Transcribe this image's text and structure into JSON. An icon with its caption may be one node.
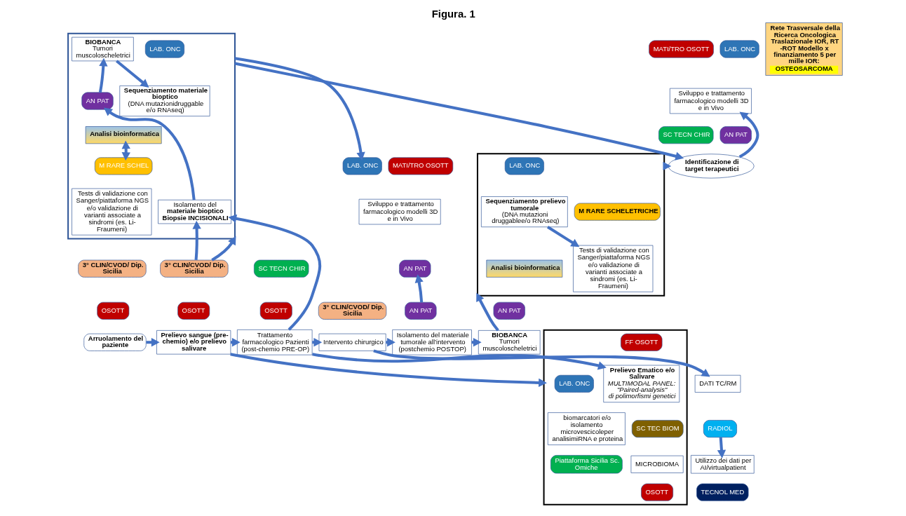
{
  "diagram": {
    "title": "Figura. 1",
    "nodes": [
      {
        "text": [],
        "shape": "box"
      },
      {
        "text": [
          "LAB. ONC"
        ],
        "in": 0
      },
      {
        "text": [
          "Sequenziamento materiale bioptico",
          "(DNA mutazionidruggable e/o RNAseq)"
        ],
        "in": 0
      },
      {
        "text": [
          "BIOBANCA",
          "Tumori muscoloscheletrici"
        ],
        "in": 0
      },
      {
        "text": [
          "Analisi bioinformatica"
        ],
        "in": 0
      },
      {
        "text": [
          "AN PAT"
        ],
        "in": 0
      },
      {
        "text": [
          "M RARE SCHEL"
        ],
        "in": 0
      },
      {
        "text": [
          "Tests di validazione con Sanger/piattaforma NGS e/o validazione di varianti associate a sindromi (es. Li-Fraumeni)"
        ],
        "in": 0
      },
      {
        "text": [
          "Isolamento del",
          "materiale bioptico Biopsie INCISIONALI"
        ],
        "in": 0
      },
      {
        "text": [
          "LAB. ONC"
        ]
      },
      {
        "text": [
          "MATI/TRO OSOTT"
        ]
      },
      {
        "text": [
          "Sviluppo e trattamento farmacologico modelli 3D e in Vivo"
        ]
      },
      {
        "text": [
          "SC TECN CHIR"
        ]
      },
      {
        "text": [
          "AN PAT"
        ]
      },
      {
        "text": [
          "LAB. ONC"
        ]
      },
      {
        "text": [
          "MATI/TRO OSOTT"
        ]
      },
      {
        "text": [
          "Sviluppo e trattamento farmacologico modelli 3D e in Vivo"
        ]
      },
      {
        "text": [
          "SC TECN CHIR"
        ]
      },
      {
        "text": [
          "AN PAT"
        ]
      },
      {
        "text": [
          "Identificazione di target terapeutici"
        ]
      },
      {
        "text": [
          "3° CLIN/CVOD/ Dip. Sicilia"
        ]
      },
      {
        "text": [
          "OSOTT"
        ]
      },
      {
        "text": [
          "Arruolamento del paziente"
        ]
      },
      {
        "text": [
          "3° CLIN/CVOD/ Dip. Sicilia"
        ]
      },
      {
        "text": [
          "OSOTT"
        ]
      },
      {
        "text": [
          "Prelievo sangue (pre-chemio) e/o prelievo salivare"
        ]
      },
      {
        "text": [
          "OSOTT"
        ]
      },
      {
        "text": [
          "Trattamento farmacologico Pazienti (post-chemio PRE-OP)"
        ]
      },
      {
        "text": [
          "3° CLIN/CVOD/ Dip. Sicilia"
        ]
      },
      {
        "text": [
          "Intervento chirurgico"
        ]
      },
      {
        "text": [
          "AN PAT"
        ]
      },
      {
        "text": [
          "Isolamento del materiale tumorale all’intervento",
          "(postchemio POSTOP)"
        ]
      },
      {
        "text": [
          "AN PAT"
        ]
      },
      {
        "text": [
          "BIOBANCA",
          "Tumori muscoloscheletrici"
        ]
      },
      {
        "text": [],
        "shape": "box"
      },
      {
        "text": [
          "LAB. ONC"
        ],
        "in": 34
      },
      {
        "text": [
          "biomarcatori e/o isolamento microvescicoleper analisimiRNA e proteina"
        ],
        "in": 34
      },
      {
        "text": [
          "Piattaforma Sicilia Sc. Omiche"
        ],
        "in": 34
      },
      {
        "text": [
          "FF OSOTT"
        ],
        "in": 34
      },
      {
        "text": [
          "Prelievo Ematico e/o Salivare",
          "MULTIMODAL PANEL: \"Paired-analysis\"",
          "di polimorfismi genetici"
        ],
        "in": 34
      },
      {
        "text": [
          "SC TEC BIOM"
        ],
        "in": 34
      },
      {
        "text": [
          "MICROBIOMA"
        ],
        "in": 34
      },
      {
        "text": [
          "OSOTT"
        ],
        "in": 34
      },
      {
        "text": [
          "DATI TC/RM"
        ]
      },
      {
        "text": [
          "RADIOL"
        ]
      },
      {
        "text": [
          "Utilizzo dei dati per AI/virtualpatient"
        ]
      },
      {
        "text": [
          "TECNOL MED"
        ]
      },
      {
        "text": [],
        "shape": "box"
      },
      {
        "text": [
          "LAB. ONC"
        ],
        "in": 47
      },
      {
        "text": [
          "M RARE SCHELETRICHE"
        ],
        "in": 47
      },
      {
        "text": [
          "Sequenziamento prelievo tumorale",
          "(DNA mutazioni druggablee/o RNAseq)"
        ],
        "in": 47
      },
      {
        "text": [
          "Tests di validazione con Sanger/piattaforma NGS e/o validazione di varianti associate a sindromi (es. Li-Fraumeni)"
        ],
        "in": 47
      },
      {
        "text": [
          "Analisi bioinformatica"
        ],
        "in": 47
      },
      {
        "text": [
          "Rete Trasversale della Ricerca Oncologica Traslazionale IOR, RT -ROT Modello x finanziamento 5 per mille IOR:",
          "OSTEOSARCOMA"
        ]
      }
    ],
    "edges": [
      {
        "from": 23,
        "to": 8,
        "arrow": "to"
      },
      {
        "from": 8,
        "to": 5,
        "arrow": "to"
      },
      {
        "from": 5,
        "to": 3,
        "arrow": "to"
      },
      {
        "from": 3,
        "to": 2,
        "arrow": "to"
      },
      {
        "from": 4,
        "to": 6,
        "arrow": "both"
      },
      {
        "from": 0,
        "to": 9,
        "arrow": "to"
      },
      {
        "from": 0,
        "to": 19,
        "arrow": "to"
      },
      {
        "from": 23,
        "to": 0,
        "arrow": "to"
      },
      {
        "from": 27,
        "to": 8,
        "arrow": "to"
      },
      {
        "from": 27,
        "to": 39,
        "arrow": "to"
      },
      {
        "from": 30,
        "to": 13,
        "arrow": "to"
      },
      {
        "from": 19,
        "to": 16,
        "arrow": "to"
      },
      {
        "from": 47,
        "to": 19,
        "arrow": "to"
      },
      {
        "from": 22,
        "to": 25,
        "arrow": "to"
      },
      {
        "from": 25,
        "to": 27,
        "arrow": "to"
      },
      {
        "from": 27,
        "to": 29,
        "arrow": "to"
      },
      {
        "from": 29,
        "to": 31,
        "arrow": "to"
      },
      {
        "from": 31,
        "to": 33,
        "arrow": "to"
      },
      {
        "from": 33,
        "to": 47,
        "arrow": "to"
      },
      {
        "from": 25,
        "to": 34,
        "arrow": "to"
      },
      {
        "from": 29,
        "to": 43,
        "arrow": "to"
      },
      {
        "from": 44,
        "to": 45,
        "arrow": "to"
      },
      {
        "from": 50,
        "to": 51,
        "arrow": "to"
      }
    ]
  }
}
